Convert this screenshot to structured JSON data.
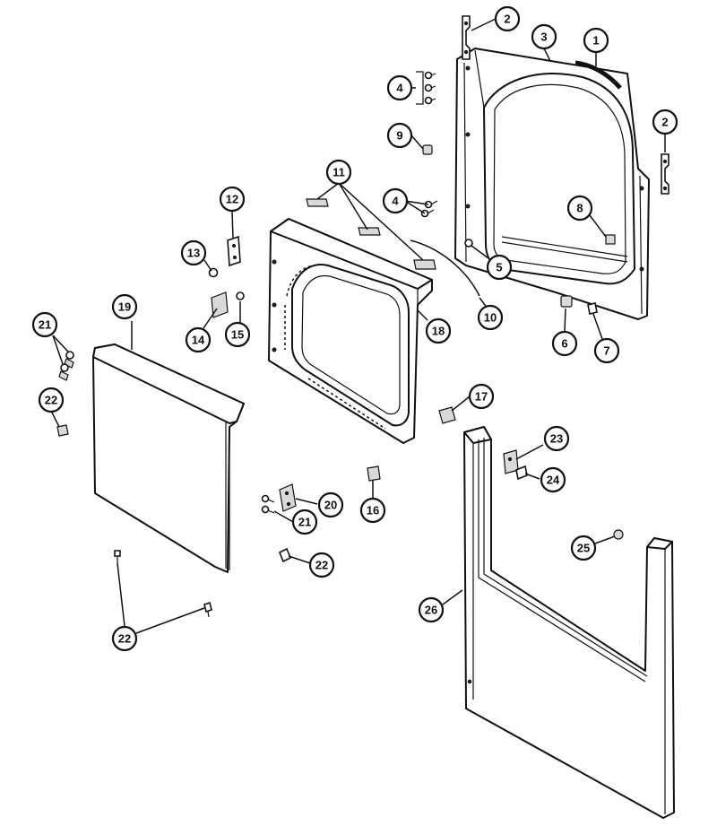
{
  "callouts": [
    {
      "id": "c2a",
      "label": "2"
    },
    {
      "id": "c3",
      "label": "3"
    },
    {
      "id": "c1",
      "label": "1"
    },
    {
      "id": "c2b",
      "label": "2"
    },
    {
      "id": "c4a",
      "label": "4"
    },
    {
      "id": "c9",
      "label": "9"
    },
    {
      "id": "c4b",
      "label": "4"
    },
    {
      "id": "c8",
      "label": "8"
    },
    {
      "id": "c11",
      "label": "11"
    },
    {
      "id": "c12",
      "label": "12"
    },
    {
      "id": "c13",
      "label": "13"
    },
    {
      "id": "c5",
      "label": "5"
    },
    {
      "id": "c10",
      "label": "10"
    },
    {
      "id": "c6",
      "label": "6"
    },
    {
      "id": "c7",
      "label": "7"
    },
    {
      "id": "c19",
      "label": "19"
    },
    {
      "id": "c14",
      "label": "14"
    },
    {
      "id": "c15",
      "label": "15"
    },
    {
      "id": "c18",
      "label": "18"
    },
    {
      "id": "c21a",
      "label": "21"
    },
    {
      "id": "c22a",
      "label": "22"
    },
    {
      "id": "c17",
      "label": "17"
    },
    {
      "id": "c23",
      "label": "23"
    },
    {
      "id": "c24",
      "label": "24"
    },
    {
      "id": "c20",
      "label": "20"
    },
    {
      "id": "c16",
      "label": "16"
    },
    {
      "id": "c21b",
      "label": "21"
    },
    {
      "id": "c22b",
      "label": "22"
    },
    {
      "id": "c25",
      "label": "25"
    },
    {
      "id": "c26",
      "label": "26"
    },
    {
      "id": "c22c",
      "label": "22"
    }
  ]
}
